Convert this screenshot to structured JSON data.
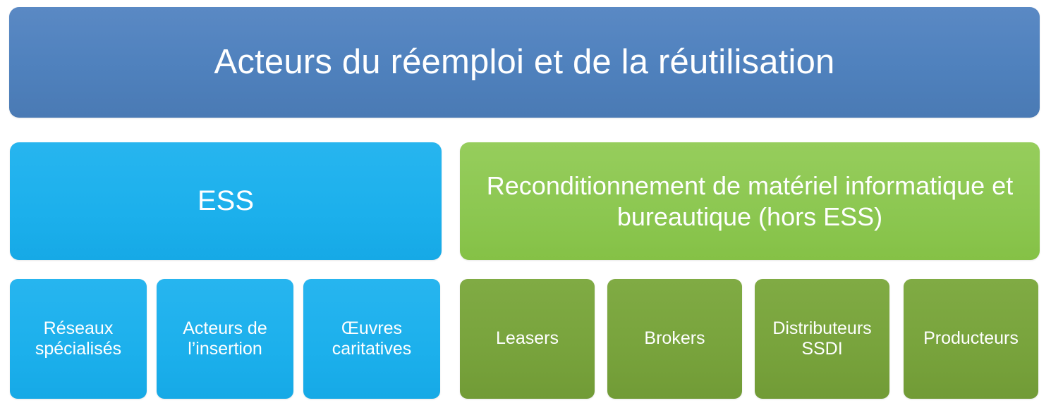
{
  "diagram": {
    "title": "Acteurs du réemploi et de la réutilisation",
    "colors": {
      "header_blue": "#4F81BD",
      "ess_cyan": "#1CB0EC",
      "recond_green": "#8CC751",
      "leaf_green": "#78A33C",
      "text": "#FFFFFF",
      "background": "#FFFFFF"
    },
    "families": [
      {
        "id": "ess",
        "label": "ESS",
        "color": "#1CB0EC",
        "children": [
          {
            "id": "reseaux-specialises",
            "label": "Réseaux spécialisés"
          },
          {
            "id": "acteurs-insertion",
            "label": "Acteurs de l’insertion"
          },
          {
            "id": "oeuvres-caritatives",
            "label": "Œuvres caritatives"
          }
        ]
      },
      {
        "id": "reconditionnement",
        "label": "Reconditionnement de matériel informatique et bureautique (hors ESS)",
        "color": "#8CC751",
        "children": [
          {
            "id": "leasers",
            "label": "Leasers"
          },
          {
            "id": "brokers",
            "label": "Brokers"
          },
          {
            "id": "distributeurs-ssdi",
            "label": "Distributeurs SSDI"
          },
          {
            "id": "producteurs",
            "label": "Producteurs"
          }
        ]
      }
    ]
  }
}
